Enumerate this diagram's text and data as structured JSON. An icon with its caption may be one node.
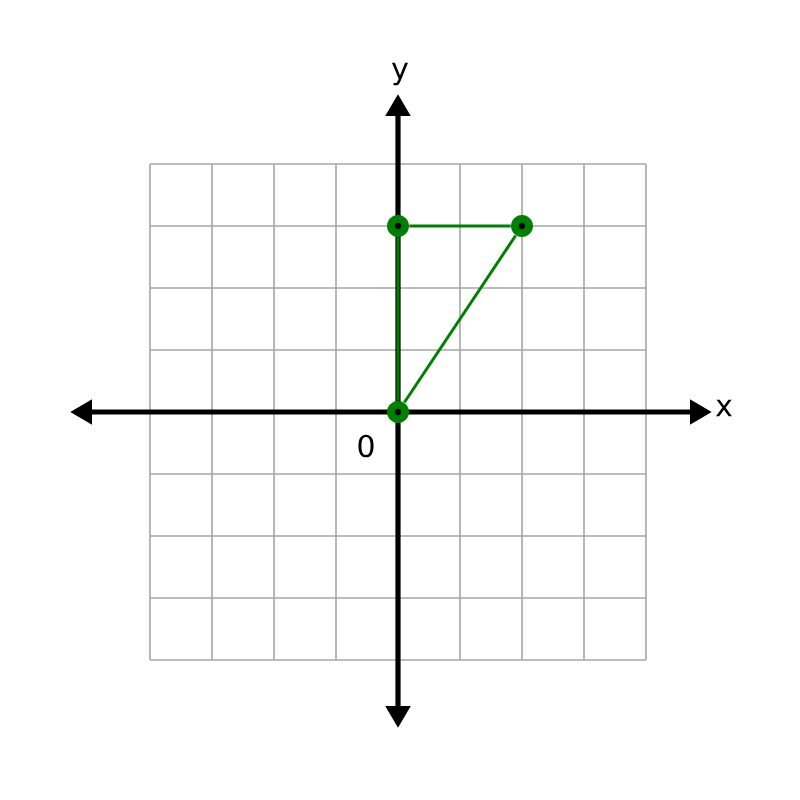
{
  "diagram": {
    "nodes": [
      {
        "text": [],
        "shape": "circle"
      },
      {
        "text": [],
        "shape": "circle"
      },
      {
        "text": [],
        "shape": "circle"
      }
    ],
    "edges": [
      {
        "from": 0,
        "to": 1,
        "arrow": "none"
      },
      {
        "from": 1,
        "to": 2,
        "arrow": "none"
      },
      {
        "from": 2,
        "to": 0,
        "arrow": "none"
      }
    ],
    "labels": [
      "y",
      "x",
      "0"
    ]
  }
}
